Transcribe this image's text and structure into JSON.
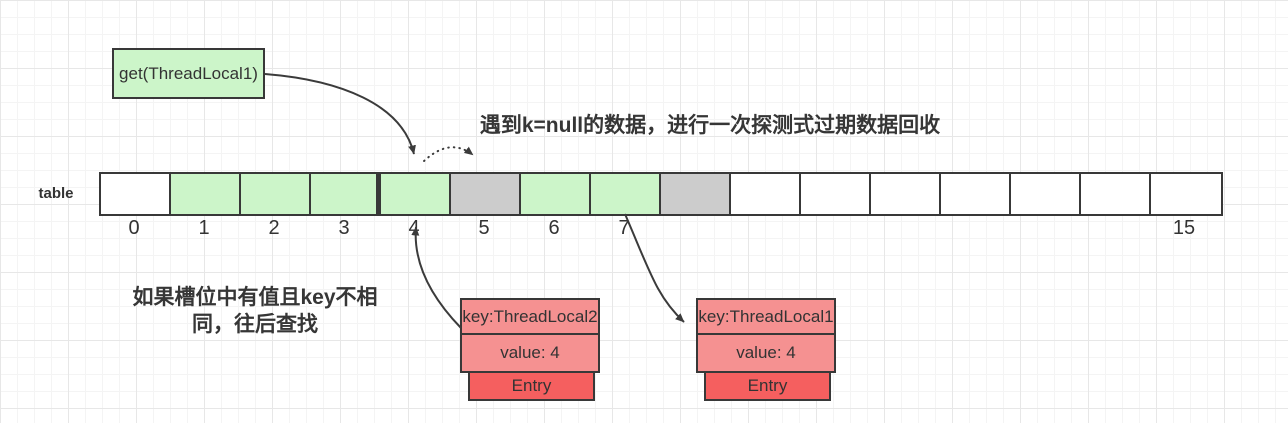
{
  "colors": {
    "green_fill": "#ccf5c9",
    "gray_fill": "#cccccc",
    "white_fill": "#ffffff",
    "salmon_fill": "#f59191",
    "red_fill": "#f55f5f",
    "shape_border": "#383838",
    "arrow": "#3b3b3b",
    "text": "#333333"
  },
  "get_box": {
    "label": "get(ThreadLocal1)"
  },
  "annotations": {
    "top_note": "遇到k=null的数据，进行一次探测式过期数据回收",
    "bottom_note_line1": "如果槽位中有值且key不相",
    "bottom_note_line2": "同，往后查找"
  },
  "table": {
    "label": "table",
    "cells": [
      {
        "index": "0",
        "fill": "white"
      },
      {
        "index": "1",
        "fill": "green"
      },
      {
        "index": "2",
        "fill": "green"
      },
      {
        "index": "3",
        "fill": "green"
      },
      {
        "index": "4",
        "fill": "green"
      },
      {
        "index": "5",
        "fill": "gray"
      },
      {
        "index": "6",
        "fill": "green"
      },
      {
        "index": "7",
        "fill": "green"
      },
      {
        "index": "",
        "fill": "gray"
      },
      {
        "index": "",
        "fill": "white"
      },
      {
        "index": "",
        "fill": "white"
      },
      {
        "index": "",
        "fill": "white"
      },
      {
        "index": "",
        "fill": "white"
      },
      {
        "index": "",
        "fill": "white"
      },
      {
        "index": "",
        "fill": "white"
      },
      {
        "index": "15",
        "fill": "white"
      }
    ]
  },
  "entries": [
    {
      "key": "key:ThreadLocal2",
      "value": "value: 4",
      "tag": "Entry"
    },
    {
      "key": "key:ThreadLocal1",
      "value": "value: 4",
      "tag": "Entry"
    }
  ]
}
